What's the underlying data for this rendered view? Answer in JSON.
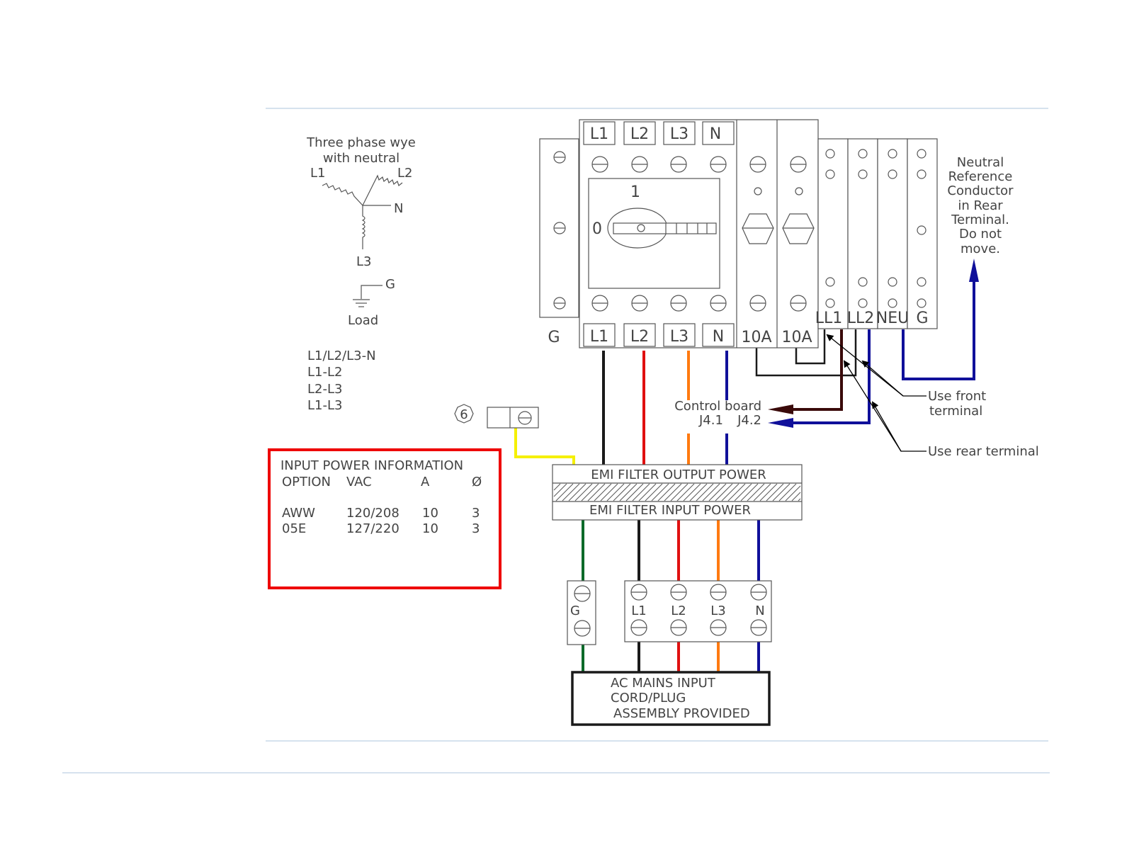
{
  "wye_diagram": {
    "title_line1": "Three phase wye",
    "title_line2": "with neutral",
    "l1": "L1",
    "l2": "L2",
    "n": "N",
    "l3": "L3",
    "g": "G",
    "load": "Load",
    "voltage_refs": [
      "L1/L2/L3-N",
      "L1-L2",
      "L2-L3",
      "L1-L3"
    ]
  },
  "disconnect_switch": {
    "top_terminals": [
      "L1",
      "L2",
      "L3",
      "N"
    ],
    "bottom_terminals": [
      "L1",
      "L2",
      "L3",
      "N"
    ],
    "ground_label": "G",
    "position_on": "1",
    "position_off": "0",
    "fuses": [
      "10A",
      "10A"
    ]
  },
  "terminal_block_right": [
    "LL1",
    "LL2",
    "NEU",
    "G"
  ],
  "notes": {
    "neutral_ref": [
      "Neutral",
      "Reference",
      "Conductor",
      "in Rear",
      "Terminal.",
      "Do not",
      "move."
    ],
    "use_front_line1": "Use front",
    "use_front_line2": "terminal",
    "use_rear": "Use rear terminal",
    "control_board": "Control board",
    "j41": "J4.1",
    "j42": "J4.2"
  },
  "callout": "6",
  "emi_filter": {
    "output": "EMI FILTER OUTPUT POWER",
    "input": "EMI FILTER INPUT POWER"
  },
  "input_power_table": {
    "title": "INPUT POWER INFORMATION",
    "headers": [
      "OPTION",
      "VAC",
      "A",
      "Ø"
    ],
    "rows": [
      [
        "AWW",
        "120/208",
        "10",
        "3"
      ],
      [
        "05E",
        "127/220",
        "10",
        "3"
      ]
    ]
  },
  "input_terminals": {
    "ground": "G",
    "phases": [
      "L1",
      "L2",
      "L3",
      "N"
    ]
  },
  "ac_mains": [
    "AC MAINS INPUT",
    "CORD/PLUG",
    "ASSEMBLY PROVIDED"
  ],
  "colors": {
    "black": "#1a1a1a",
    "red": "#e01010",
    "orange": "#ff7a10",
    "blue": "#10109a",
    "green": "#0a6a2a",
    "yellow": "#f5f000",
    "brown": "#3a0a0a",
    "info_border": "#ee0000",
    "rule": "#c8d8e8"
  }
}
